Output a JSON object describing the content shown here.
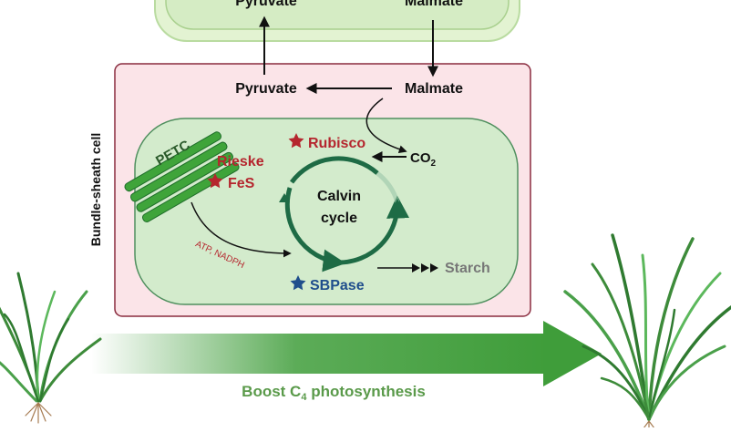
{
  "mesophyll": {
    "pyruvate": "Pyruvate",
    "malmate": "Malmate"
  },
  "bundle_sheath": {
    "label": "Bundle-sheath cell",
    "pyruvate": "Pyruvate",
    "malmate": "Malmate",
    "co2": "CO",
    "co2_sub": "2"
  },
  "chloroplast": {
    "petc": "PETC",
    "rieske_line1": "Rieske",
    "rieske_line2": "FeS",
    "rubisco": "Rubisco",
    "calvin_line1": "Calvin",
    "calvin_line2": "cycle",
    "atp_nadph": "ATP, NADPH",
    "sbpase": "SBPase",
    "starch": "Starch"
  },
  "banner": {
    "label_main": "Boost C",
    "label_sub": "4",
    "label_rest": " photosynthesis"
  },
  "colors": {
    "mesophyll_fill": "#e3f3d2",
    "mesophyll_border": "#b9dba0",
    "bundle_fill": "#fbe4e8",
    "bundle_border": "#8a2c3f",
    "chloroplast_fill": "#d3ebcc",
    "chloroplast_border": "#4f8f5e",
    "enzyme_red": "#b5262e",
    "sbpase_blue": "#1f4e8c",
    "arrow_green": "#3f9d3a",
    "label_green": "#5a9a4a",
    "starch_gray": "#777777",
    "cycle_green": "#1e6b45"
  },
  "icons": [
    "star-icon-rubisco",
    "star-icon-rieske",
    "star-icon-sbpase",
    "plant-icon-small",
    "plant-icon-large"
  ]
}
